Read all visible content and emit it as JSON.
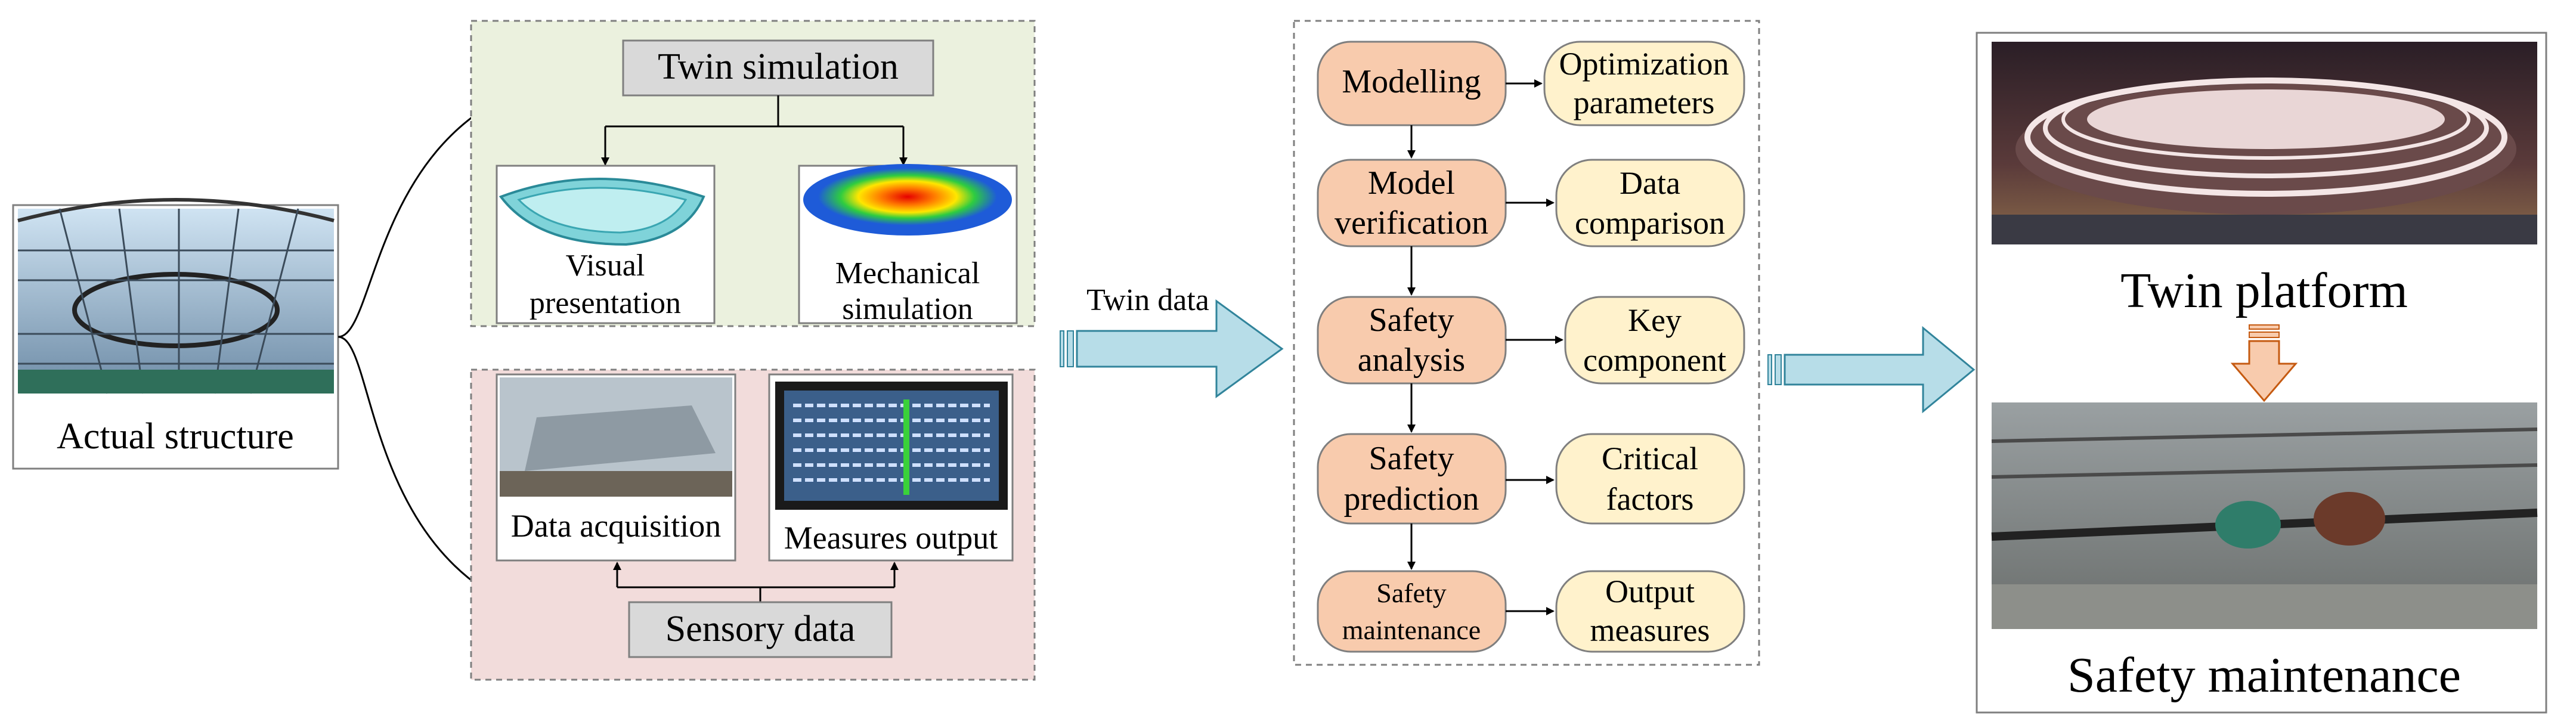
{
  "actual_structure": {
    "caption": "Actual structure"
  },
  "twin_simulation": {
    "title": "Twin simulation",
    "visual_line1": "Visual",
    "visual_line2": "presentation",
    "mech_line1": "Mechanical",
    "mech_line2": "simulation"
  },
  "sensory": {
    "title": "Sensory data",
    "acquisition": "Data acquisition",
    "measures": "Measures output"
  },
  "twin_data_label": "Twin data",
  "process": [
    {
      "left_l1": "Modelling",
      "left_l2": "",
      "right_l1": "Optimization",
      "right_l2": "parameters"
    },
    {
      "left_l1": "Model",
      "left_l2": "verification",
      "right_l1": "Data",
      "right_l2": "comparison"
    },
    {
      "left_l1": "Safety",
      "left_l2": "analysis",
      "right_l1": "Key",
      "right_l2": "component"
    },
    {
      "left_l1": "Safety",
      "left_l2": "prediction",
      "right_l1": "Critical",
      "right_l2": "factors"
    },
    {
      "left_l1": "Safety",
      "left_l2": "maintenance",
      "right_l1": "Output",
      "right_l2": "measures"
    }
  ],
  "platform": {
    "title": "Twin platform",
    "maintenance": "Safety maintenance"
  },
  "colors": {
    "sim_panel": "#ebf1de",
    "sensor_panel": "#f2dcdb",
    "left_node": "#f8cbad",
    "right_node": "#fff2cc",
    "arrow_fill": "#b7dde8",
    "gray_box": "#d9d9d9"
  }
}
